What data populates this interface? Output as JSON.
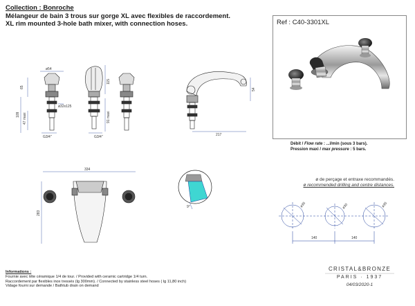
{
  "header": {
    "collection": "Collection : Bonroche",
    "line_fr": "Mélangeur de bain 3 trous sur gorge XL avec flexibles de raccordement.",
    "line_en": "XL rim mounted 3-hole bath mixer, with connection hoses."
  },
  "reference": "Ref : C40-3301XL",
  "flow": {
    "debit_label": "Débit",
    "flow_label": "Flow rate",
    "flow_value": "...l/min (sous 3 bars).",
    "pressure_label": "Pression maxi",
    "max_pressure_label": "max pressure",
    "pressure_value": "5 bars."
  },
  "drilling": {
    "fr": "ø de perçage et entraxe recommandés.",
    "en": "ø recommended drilling and centre distances."
  },
  "informations": {
    "title": "Informations :",
    "lines": [
      "Fournie avec tête céramique 1/4 de tour. / Provided with ceramic cartridge 1/4 turn.",
      "Raccordement par flexibles inox tressés (lg 300mm). / Connected by stainless steel hoses ( lg 11,80 inch)",
      "Vidage fourni sur demande / Bathtub drain on demand"
    ]
  },
  "brand": {
    "name": "CRISTAL&BRONZE",
    "city": "PARIS · 1937",
    "date": "04/03/2020-1"
  },
  "dimensions": {
    "d54": "ø54",
    "d32": "ø32x125",
    "d65": "65",
    "d109": "109",
    "d47": "47 maxi",
    "g34a": "G3/4\"",
    "g34b": "G3/4\"",
    "d115": "115",
    "d91": "91 maxi",
    "d54b": "54",
    "d217": "217",
    "d334": "334",
    "d283": "283",
    "d140a": "140",
    "d140b": "140",
    "d35a": "ø35",
    "d35b": "ø30",
    "d35c": "ø35",
    "angle": "9°"
  },
  "colors": {
    "accent_blue": "#1a3a9a",
    "cartridge_cyan": "#3fd6d2"
  }
}
